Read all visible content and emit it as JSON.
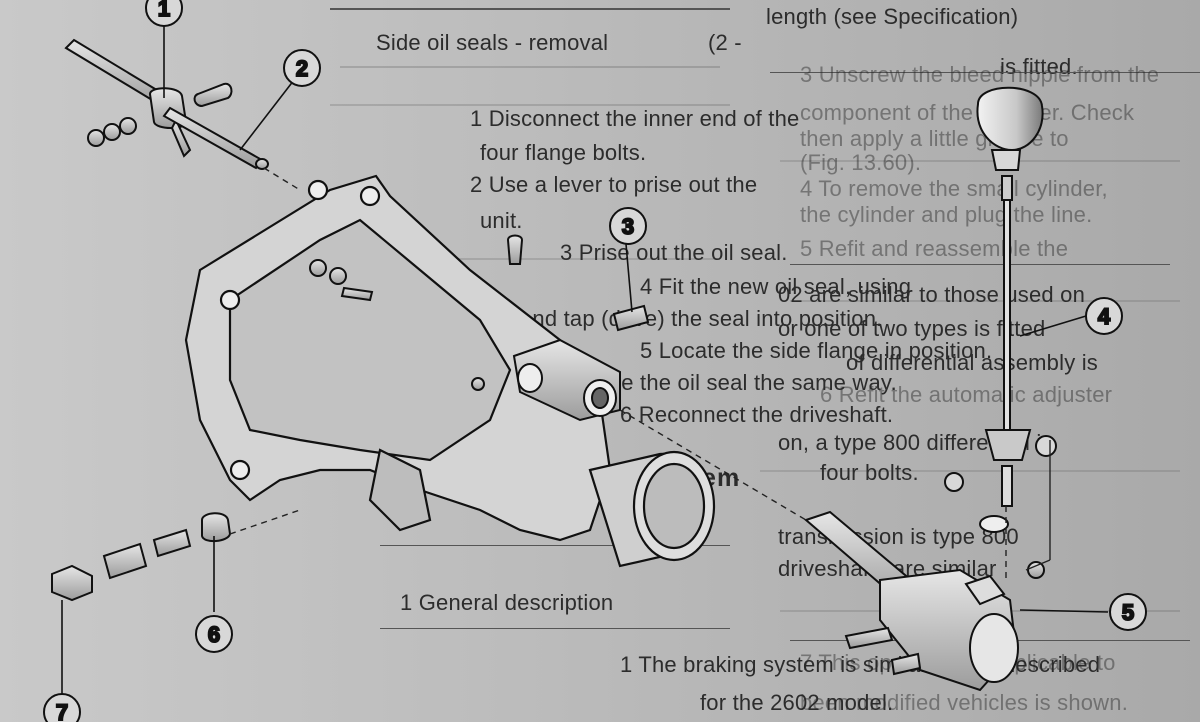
{
  "callouts": [
    "1",
    "2",
    "3",
    "4",
    "5",
    "6",
    "7"
  ],
  "text_lines": {
    "l01": "length (see Specification)",
    "l02": "is fitted.",
    "l03": "(2 -",
    "l04": "Side oil seals - removal",
    "l05": "1  Disconnect the inner end of the",
    "l06": "four flange bolts.",
    "l07": "2  Use a lever to prise out the",
    "l08": "unit.",
    "l09": "3  Prise out the oil seal.",
    "l10": "4  Fit the new oil seal, using",
    "l11": "and tap (drive) the seal into position.",
    "l12": "5  Locate the side flange in position.",
    "l13": "to drive the oil seal the same way.",
    "l14": "6  Reconnect the driveshaft.",
    "l15": "Braking system",
    "l16": "1  General description",
    "l17": "1  The braking system is similar to that described",
    "l18": "for the 2602 model.",
    "r01": "3  Unscrew the bleed nipple from the",
    "r02": "component of the adjuster. Check",
    "r03": "then apply a little grease to",
    "r04": "(Fig. 13.60).",
    "r05": "4  To remove the small cylinder,",
    "r06": "the cylinder and plug the line.",
    "r07": "5  Refit and reassemble the",
    "r08": "02 are similar to those used on",
    "r09": "or one of two types is fitted",
    "r10": "of differential assembly is",
    "r11": "6  Refit the automatic adjuster",
    "r12": "on, a type 800 differential is",
    "r13": "four bolts.",
    "r14": "transmission is type 800",
    "r15": "driveshafts are similar",
    "r16": "7  This operation is applicable to",
    "r17": "been modified vehicles is shown."
  }
}
